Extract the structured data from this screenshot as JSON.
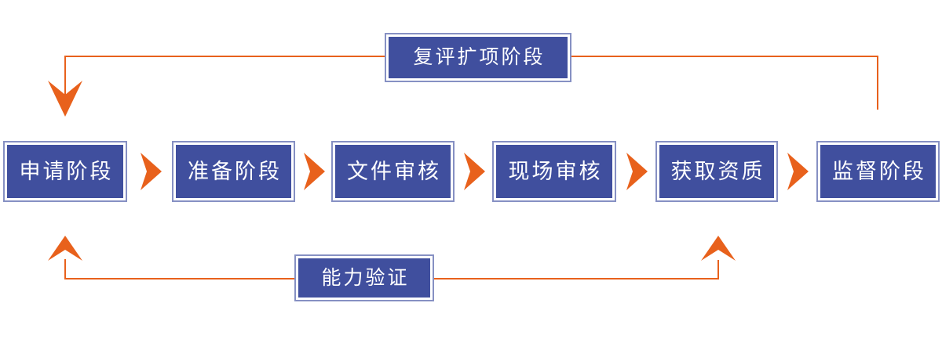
{
  "diagram": {
    "stages": [
      {
        "label": "申请阶段"
      },
      {
        "label": "准备阶段"
      },
      {
        "label": "文件审核"
      },
      {
        "label": "现场审核"
      },
      {
        "label": "获取资质"
      },
      {
        "label": "监督阶段"
      }
    ],
    "feedback_top": {
      "label": "复评扩项阶段"
    },
    "feedback_bottom": {
      "label": "能力验证"
    },
    "colors": {
      "box_fill": "#404f9e",
      "box_border": "#8690c3",
      "box_gap": "#ffffff",
      "arrow_orange": "#e8611c",
      "text": "#ffffff",
      "background": "#ffffff"
    }
  }
}
